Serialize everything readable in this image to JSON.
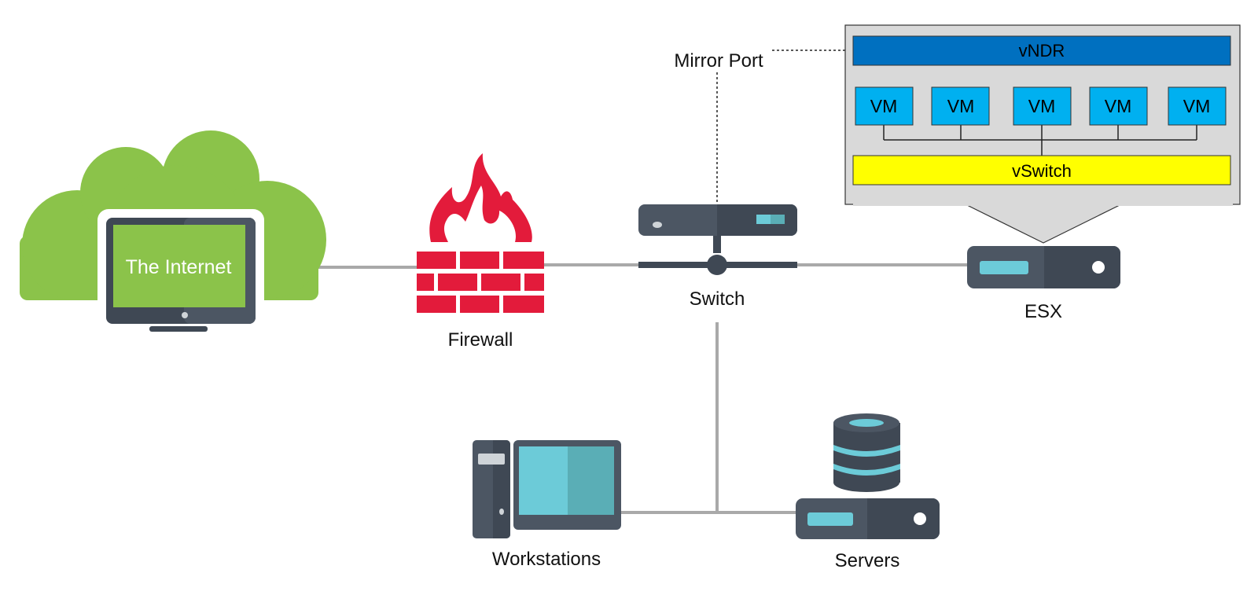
{
  "nodes": {
    "internet": {
      "label": "The Internet"
    },
    "firewall": {
      "label": "Firewall"
    },
    "switch": {
      "label": "Switch"
    },
    "esx": {
      "label": "ESX"
    },
    "workstations": {
      "label": "Workstations"
    },
    "servers": {
      "label": "Servers"
    },
    "mirror_port": {
      "label": "Mirror Port"
    }
  },
  "esx_detail": {
    "vndr_label": "vNDR",
    "vm_labels": [
      "VM",
      "VM",
      "VM",
      "VM",
      "VM"
    ],
    "vswitch_label": "vSwitch"
  },
  "colors": {
    "cloud": "#8bc34a",
    "firewall": "#e31b3b",
    "device_dark": "#3f4854",
    "device_mid": "#4c5663",
    "screen_teal": "#6ccbd8",
    "link_gray": "#a9a9a9",
    "vndr_bar": "#0070c0",
    "vm_box": "#00b0f0",
    "vswitch_bar": "#ffff00",
    "panel": "#d9d9d9"
  }
}
